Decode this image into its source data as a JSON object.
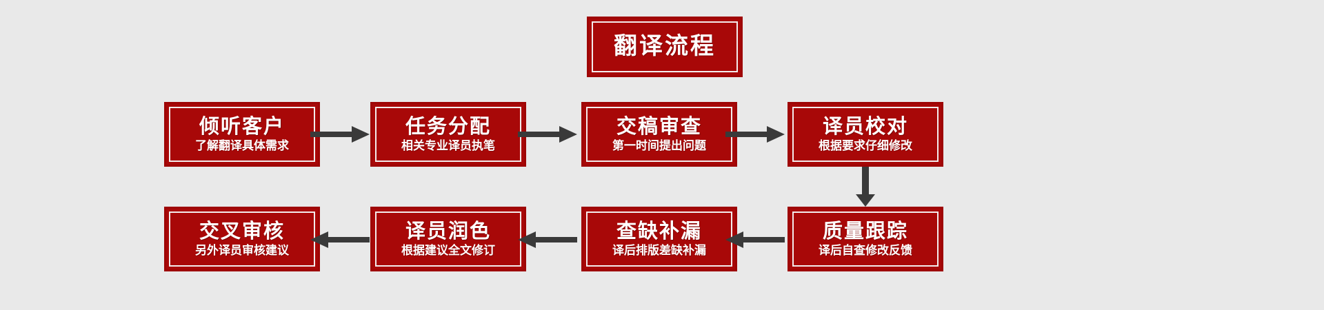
{
  "diagram": {
    "title": "翻译流程",
    "background_color": "#e9e9e9",
    "box_fill_color": "#a80808",
    "box_border_color": "#9e0505",
    "arrow_color": "#3a3a3a",
    "text_color": "#ffffff"
  },
  "steps": [
    {
      "index": "1",
      "title": "倾听客户",
      "subtitle": "了解翻译具体需求"
    },
    {
      "index": "2",
      "title": "任务分配",
      "subtitle": "相关专业译员执笔"
    },
    {
      "index": "3",
      "title": "交稿审查",
      "subtitle": "第一时间提出问题"
    },
    {
      "index": "4",
      "title": "译员校对",
      "subtitle": "根据要求仔细修改"
    },
    {
      "index": "5",
      "title": "质量跟踪",
      "subtitle": "译后自查修改反馈"
    },
    {
      "index": "6",
      "title": "查缺补漏",
      "subtitle": "译后排版差缺补漏"
    },
    {
      "index": "7",
      "title": "译员润色",
      "subtitle": "根据建议全文修订"
    },
    {
      "index": "8",
      "title": "交叉审核",
      "subtitle": "另外译员审核建议"
    }
  ],
  "connectors": [
    {
      "id": "a1",
      "direction": "right",
      "from": "倾听客户",
      "to": "任务分配"
    },
    {
      "id": "a2",
      "direction": "right",
      "from": "任务分配",
      "to": "交稿审查"
    },
    {
      "id": "a3",
      "direction": "right",
      "from": "交稿审查",
      "to": "译员校对"
    },
    {
      "id": "a4",
      "direction": "down",
      "from": "译员校对",
      "to": "质量跟踪"
    },
    {
      "id": "a5",
      "direction": "left",
      "from": "质量跟踪",
      "to": "查缺补漏"
    },
    {
      "id": "a6",
      "direction": "left",
      "from": "查缺补漏",
      "to": "译员润色"
    },
    {
      "id": "a7",
      "direction": "left",
      "from": "译员润色",
      "to": "交叉审核"
    }
  ]
}
